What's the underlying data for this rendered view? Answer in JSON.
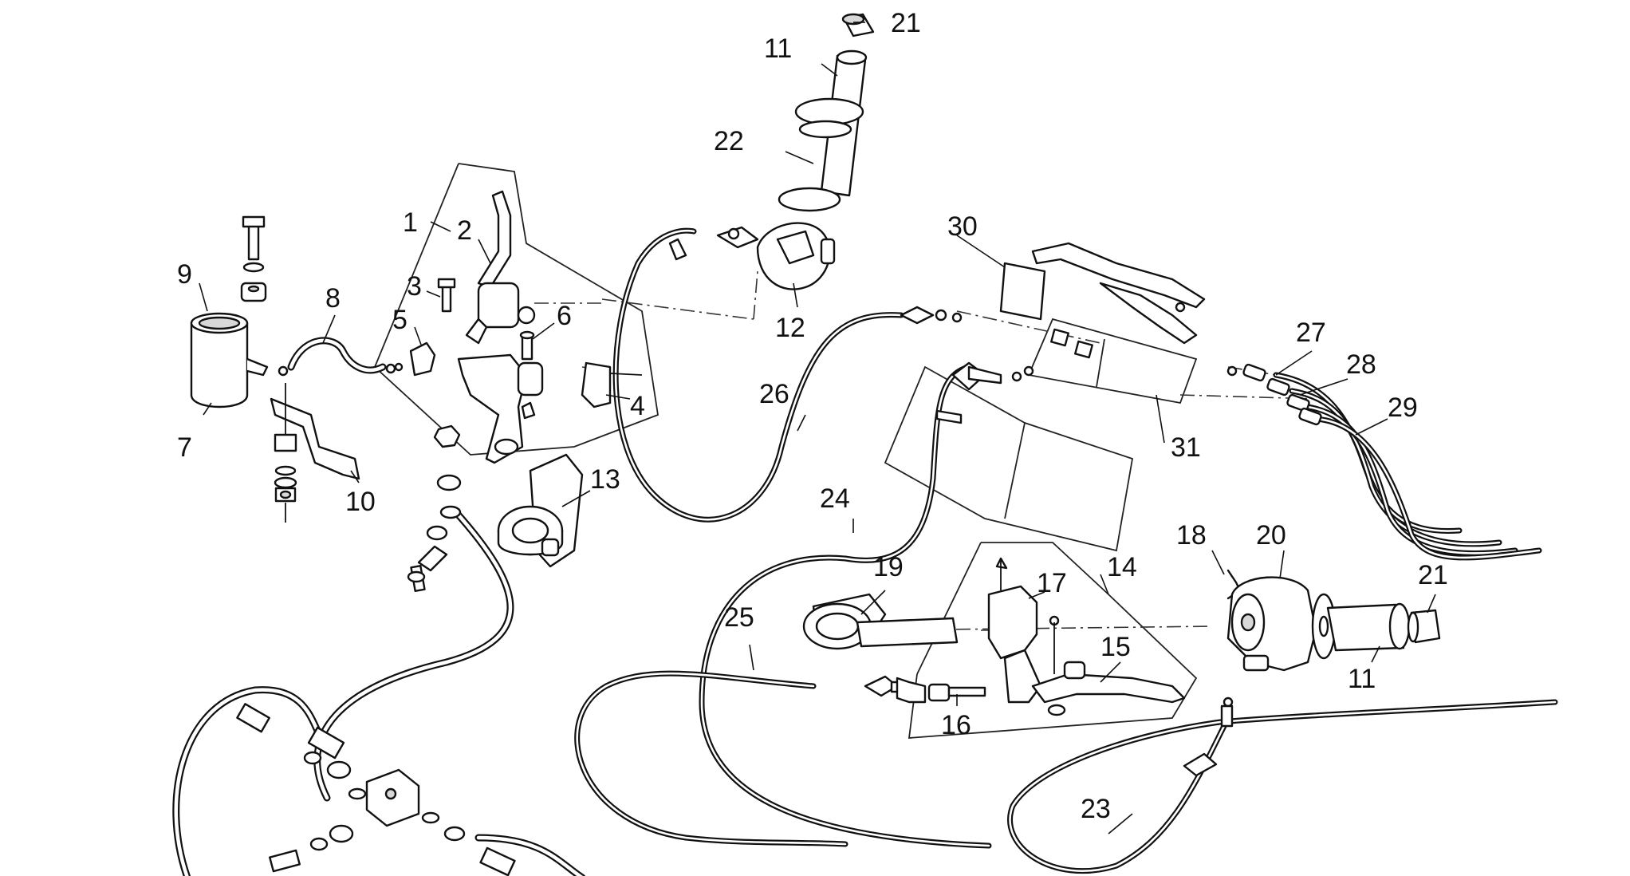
{
  "diagram": {
    "callouts": {
      "c1": "1",
      "c2": "2",
      "c3": "3",
      "c4": "4",
      "c5": "5",
      "c6": "6",
      "c7": "7",
      "c8": "8",
      "c9": "9",
      "c10": "10",
      "c11a": "11",
      "c11b": "11",
      "c12": "12",
      "c13": "13",
      "c14": "14",
      "c15": "15",
      "c16": "16",
      "c17": "17",
      "c18": "18",
      "c19": "19",
      "c20": "20",
      "c21a": "21",
      "c21b": "21",
      "c22": "22",
      "c23": "23",
      "c24": "24",
      "c25": "25",
      "c26": "26",
      "c27": "27",
      "c28": "28",
      "c29": "29",
      "c30": "30",
      "c31": "31"
    }
  }
}
